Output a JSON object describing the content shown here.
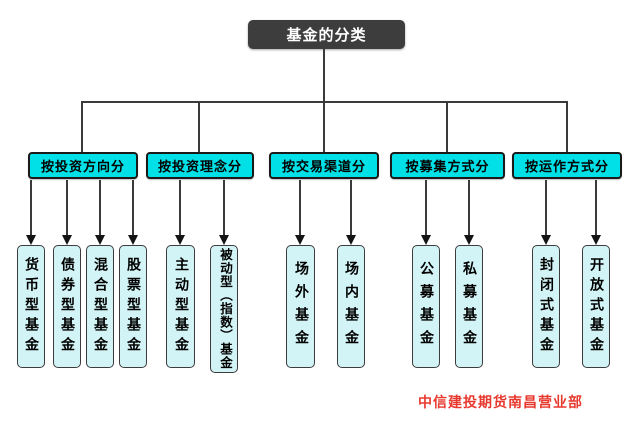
{
  "title": {
    "label": "基金的分类"
  },
  "tree": {
    "branches": [
      {
        "label": "按投资方向分",
        "children": [
          "货币型基金",
          "债券型基金",
          "混合型基金",
          "股票型基金"
        ]
      },
      {
        "label": "按投资理念分",
        "children": [
          "主动型基金",
          "被动型（指数）基金"
        ]
      },
      {
        "label": "按交易渠道分",
        "children": [
          "场外基金",
          "场内基金"
        ]
      },
      {
        "label": "按募集方式分",
        "children": [
          "公募基金",
          "私募基金"
        ]
      },
      {
        "label": "按运作方式分",
        "children": [
          "封闭式基金",
          "开放式基金"
        ]
      }
    ]
  },
  "footer": {
    "watermark": "中信建投期货南昌营业部"
  },
  "colors": {
    "line": "#3a3a3a",
    "root_bg": "#3d3d3d",
    "branch_bg": "#00e0e6",
    "leaf_bg": "#d3f4f6",
    "watermark": "#e8392f"
  }
}
